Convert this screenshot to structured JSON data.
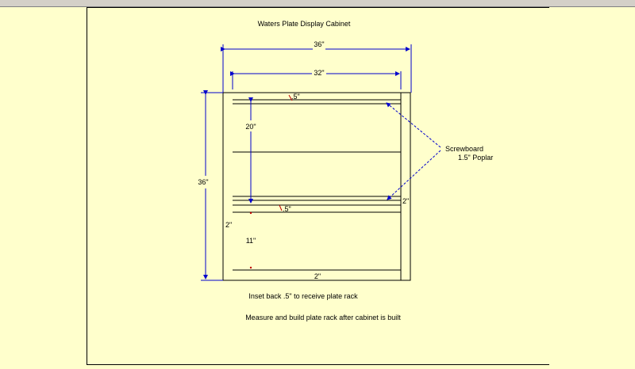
{
  "title": "Waters Plate Display Cabinet",
  "dimensions": {
    "outer_width": "36\"",
    "inner_width": "32\"",
    "height": "36\"",
    "upper_opening": "20\"",
    "lower_opening": "11\"",
    "shelf_top": ".5\"",
    "shelf_mid": ".5\"",
    "side_right": "2\"",
    "side_left": "2\"",
    "bottom": "2\""
  },
  "callout": {
    "line1": "Screwboard",
    "line2": "1.5\" Poplar"
  },
  "notes": {
    "note1": "Inset back .5\" to receive plate rack",
    "note2": "Measure and build plate rack after cabinet is built"
  },
  "colors": {
    "background": "#ffffcc",
    "dimension_line": "#0000cc",
    "drawing_line": "#000000",
    "marker": "#c00000"
  }
}
